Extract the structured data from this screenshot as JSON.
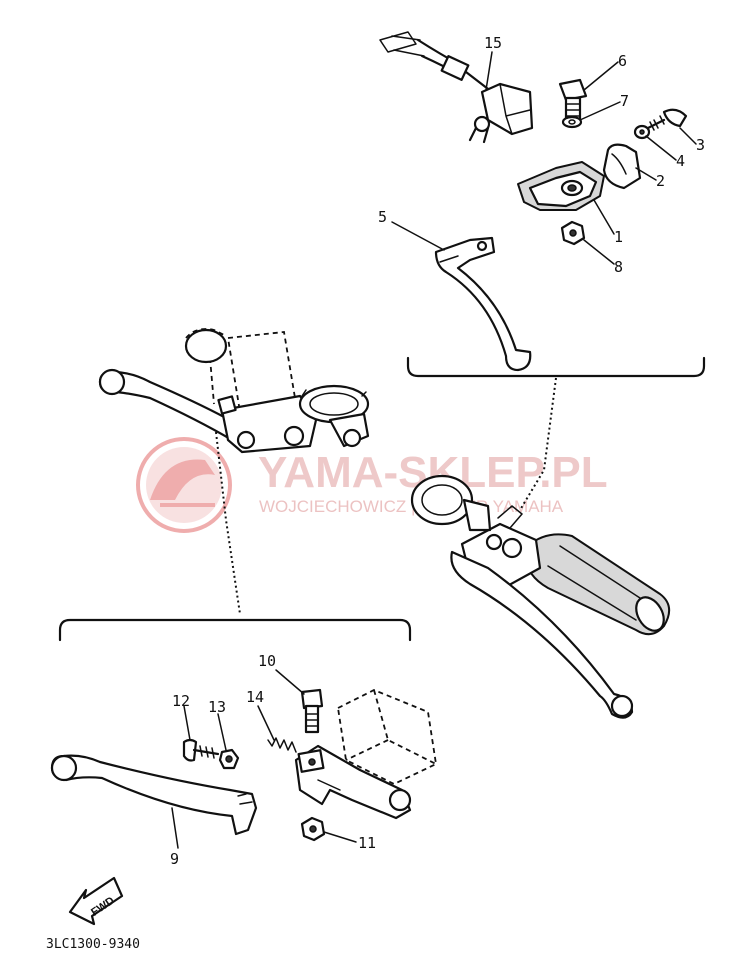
{
  "watermark": {
    "brand": "YAMA-SKLEP.PL",
    "tagline": "WOJCIECHOWICZ | DEALER YAMAHA"
  },
  "callouts": [
    {
      "id": "c1",
      "text": "1"
    },
    {
      "id": "c2",
      "text": "2"
    },
    {
      "id": "c3",
      "text": "3"
    },
    {
      "id": "c4",
      "text": "4"
    },
    {
      "id": "c5",
      "text": "5"
    },
    {
      "id": "c6",
      "text": "6"
    },
    {
      "id": "c7",
      "text": "7"
    },
    {
      "id": "c8",
      "text": "8"
    },
    {
      "id": "c9",
      "text": "9"
    },
    {
      "id": "c10",
      "text": "10"
    },
    {
      "id": "c11",
      "text": "11"
    },
    {
      "id": "c12",
      "text": "12"
    },
    {
      "id": "c13",
      "text": "13"
    },
    {
      "id": "c14",
      "text": "14"
    },
    {
      "id": "c15",
      "text": "15"
    }
  ],
  "direction_marker": "FWD",
  "diagram_code": "3LC1300-9340",
  "colors": {
    "ink": "#111111",
    "watermark": "#e9b8b8",
    "background": "#ffffff"
  }
}
